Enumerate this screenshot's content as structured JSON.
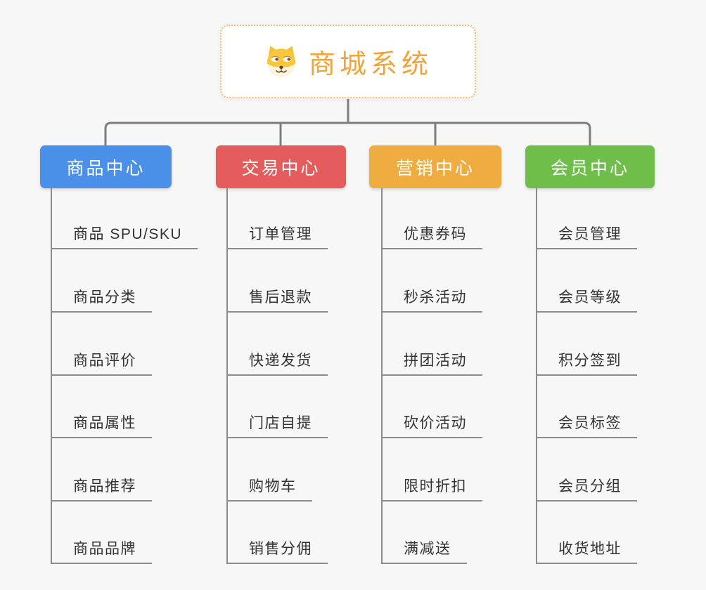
{
  "root": {
    "title": "商城系统",
    "icon": "dog-face-icon"
  },
  "branches": [
    {
      "label": "商品中心",
      "color": "#4A90E8",
      "items": [
        "商品 SPU/SKU",
        "商品分类",
        "商品评价",
        "商品属性",
        "商品推荐",
        "商品品牌"
      ]
    },
    {
      "label": "交易中心",
      "color": "#E45C5C",
      "items": [
        "订单管理",
        "售后退款",
        "快递发货",
        "门店自提",
        "购物车",
        "销售分佣"
      ]
    },
    {
      "label": "营销中心",
      "color": "#EFAD41",
      "items": [
        "优惠券码",
        "秒杀活动",
        "拼团活动",
        "砍价活动",
        "限时折扣",
        "满减送"
      ]
    },
    {
      "label": "会员中心",
      "color": "#6FBE49",
      "items": [
        "会员管理",
        "会员等级",
        "积分签到",
        "会员标签",
        "会员分组",
        "收货地址"
      ]
    }
  ],
  "colors": {
    "background": "#F7F7F7",
    "connector": "#7E7E7E",
    "item_underline": "#8C8C8C",
    "item_text": "#333333",
    "root_text": "#F0A43C",
    "root_border": "#F3BC66",
    "header_text": "#FFFFFF"
  }
}
